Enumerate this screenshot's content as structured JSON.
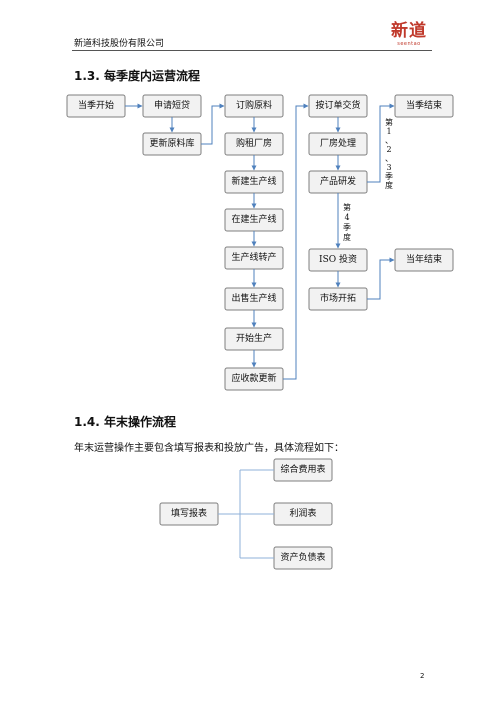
{
  "header": {
    "company": "新道科技股份有限公司",
    "logo_cn": "新道",
    "logo_en": "seentao"
  },
  "section_13": {
    "title": "1.3. 每季度内运营流程"
  },
  "flow": {
    "dangji_kaishi": "当季开始",
    "shenqing_duandai": "申请短贷",
    "gengxin_yuanliaoku": "更新原料库",
    "dinggou_yuanliao": "订购原料",
    "gouzu_changfang": "购租厂房",
    "xinjian_shengchanxian": "新建生产线",
    "zaijian_shengchanxian": "在建生产线",
    "shengchanxian_zhuanchan": "生产线转产",
    "chushou_shengchanxian": "出售生产线",
    "kaishi_shengchan": "开始生产",
    "yingshoukuan_gengxin": "应收款更新",
    "an_dingdan_jiaohuo": "按订单交货",
    "changfang_chuli": "厂房处理",
    "chanpin_yanfa": "产品研发",
    "iso_touzi": "ISO 投资",
    "shichang_kaituo": "市场开拓",
    "dangji_jieshu": "当季结束",
    "dangnian_jieshu": "当年结束",
    "label_q123": [
      "第",
      "1",
      "、",
      "2",
      "、",
      "3",
      "季",
      "度"
    ],
    "label_q4": [
      "第",
      "4",
      "季",
      "度"
    ]
  },
  "section_14": {
    "title": "1.4. 年末操作流程",
    "intro": "年末运营操作主要包含填写报表和投放广告，具体流程如下：",
    "root": "填写报表",
    "children": [
      "综合费用表",
      "利润表",
      "资产负债表"
    ]
  },
  "footer": {
    "page": "2"
  },
  "colors": {
    "arrow": "#4f81bd",
    "box_fill": "#f2f2f2",
    "box_border": "#7f7f7f",
    "logo": "#c0392b"
  }
}
